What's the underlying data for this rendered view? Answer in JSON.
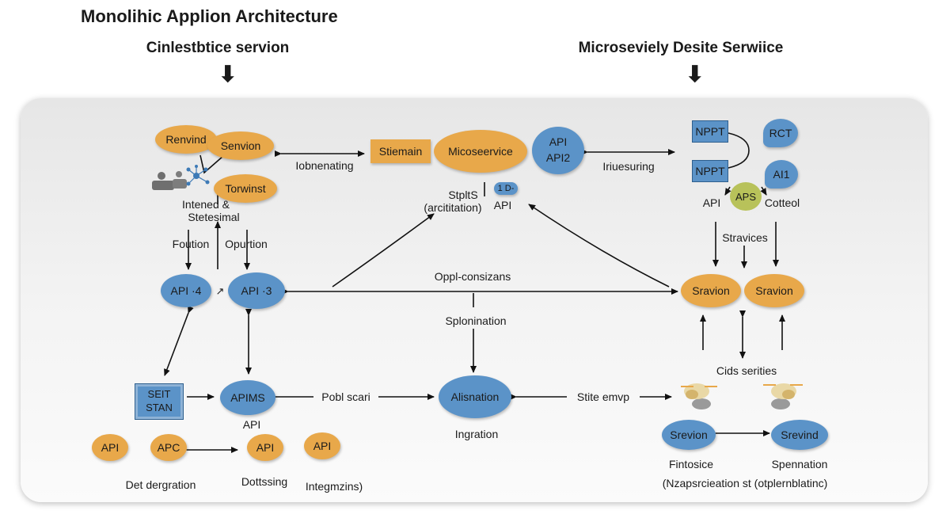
{
  "header": {
    "title": "Monolihic Applion Architecture",
    "left_subtitle": "Cinlestbtice servion",
    "right_subtitle": "Microseviely Desite Serwiice"
  },
  "left": {
    "renvind": "Renvind",
    "senvion": "Senvion",
    "torwinst": "Torwinst",
    "intened": "Intened &",
    "stesimal": "Stetesimal",
    "fooution": "Foution",
    "opurtion": "Opurtion",
    "api4": "API ·4",
    "api_small": "↗",
    "api3": "API ·3",
    "seit": "SEIT",
    "stan": "STAN",
    "apims": "APIMS",
    "apims_sub": "API",
    "api_a": "API",
    "apc": "APC",
    "api_b": "API",
    "api_c": "API",
    "det_dergration": "Det dergration",
    "dottssing": "Dottssing",
    "integmzins": "Integmzins)"
  },
  "center": {
    "iobnenating": "Iobnenating",
    "stiemain": "Stiemain",
    "micoseervice": "Micoseervice",
    "api_top": "API",
    "api2": "API2",
    "iriuesuring": "Iriuesuring",
    "stplts": "StpltS",
    "arcitation": "(arcititation)",
    "one_d": "1 D-",
    "api_label": "API",
    "oppl": "Oppl-consizans",
    "splonination": "Splonination",
    "pobl_scari": "Pobl scari",
    "alisnation": "Alisnation",
    "stite_emvp": "Stite emvp",
    "ingration": "Ingration"
  },
  "right": {
    "nppt1": "NPPT",
    "nppt2": "NPPT",
    "rct": "RCT",
    "ai1": "AI1",
    "aps": "APS",
    "api": "API",
    "cotteol": "Cotteol",
    "stravices": "Stravices",
    "sravion1": "Sravion",
    "sravion2": "Sravion",
    "cids": "Cids serities",
    "srevion": "Srevion",
    "srevind": "Srevind",
    "fintosice": "Fintosice",
    "spennation": "Spennation",
    "naz": "(Nzapsrcieation st (otplernblatinc)"
  },
  "colors": {
    "orange": "#e8a84a",
    "blue": "#5b93c8",
    "olive": "#b8c25a"
  }
}
